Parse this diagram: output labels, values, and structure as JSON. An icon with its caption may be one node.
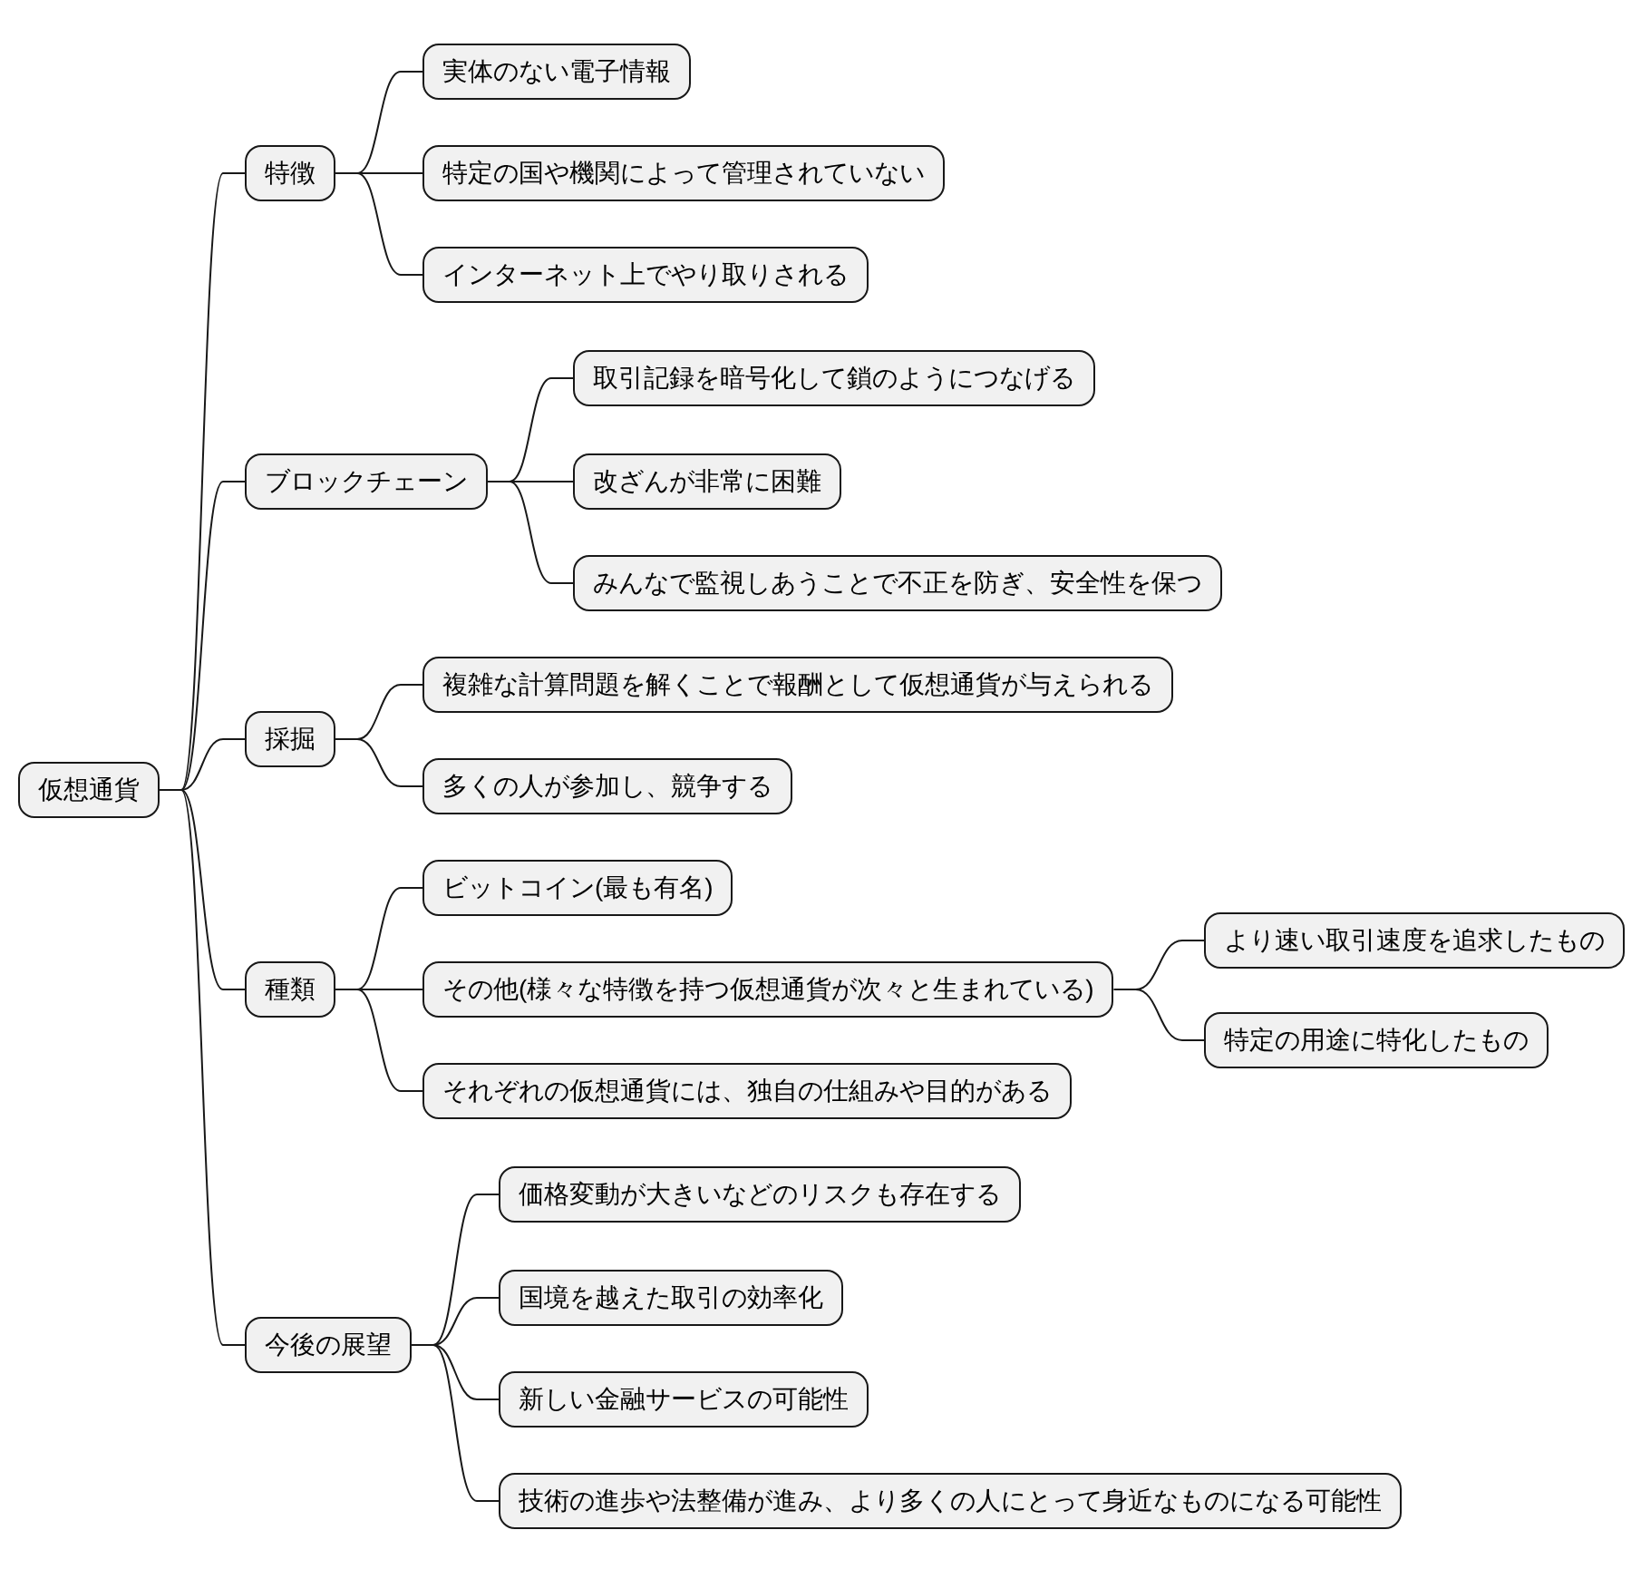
{
  "diagram": {
    "nodes": [
      {
        "text": [
          "仮想通貨"
        ]
      },
      {
        "text": [
          "特徴"
        ]
      },
      {
        "text": [
          "実体のない電子情報"
        ]
      },
      {
        "text": [
          "特定の国や機関によって管理されていない"
        ]
      },
      {
        "text": [
          "インターネット上でやり取りされる"
        ]
      },
      {
        "text": [
          "ブロックチェーン"
        ]
      },
      {
        "text": [
          "取引記録を暗号化して鎖のようにつなげる"
        ]
      },
      {
        "text": [
          "改ざんが非常に困難"
        ]
      },
      {
        "text": [
          "みんなで監視しあうことで不正を防ぎ、安全性を保つ"
        ]
      },
      {
        "text": [
          "採掘"
        ]
      },
      {
        "text": [
          "複雑な計算問題を解くことで報酬として仮想通貨が与えられる"
        ]
      },
      {
        "text": [
          "多くの人が参加し、競争する"
        ]
      },
      {
        "text": [
          "種類"
        ]
      },
      {
        "text": [
          "ビットコイン(最も有名)"
        ]
      },
      {
        "text": [
          "その他(様々な特徴を持つ仮想通貨が次々と生まれている)"
        ]
      },
      {
        "text": [
          "より速い取引速度を追求したもの"
        ]
      },
      {
        "text": [
          "特定の用途に特化したもの"
        ]
      },
      {
        "text": [
          "それぞれの仮想通貨には、独自の仕組みや目的がある"
        ]
      },
      {
        "text": [
          "今後の展望"
        ]
      },
      {
        "text": [
          "価格変動が大きいなどのリスクも存在する"
        ]
      },
      {
        "text": [
          "国境を越えた取引の効率化"
        ]
      },
      {
        "text": [
          "新しい金融サービスの可能性"
        ]
      },
      {
        "text": [
          "技術の進歩や法整備が進み、より多くの人にとって身近なものになる可能性"
        ]
      }
    ],
    "edges": [
      {
        "from": 0,
        "to": 1,
        "arrow": "none"
      },
      {
        "from": 1,
        "to": 2,
        "arrow": "none"
      },
      {
        "from": 1,
        "to": 3,
        "arrow": "none"
      },
      {
        "from": 1,
        "to": 4,
        "arrow": "none"
      },
      {
        "from": 0,
        "to": 5,
        "arrow": "none"
      },
      {
        "from": 5,
        "to": 6,
        "arrow": "none"
      },
      {
        "from": 5,
        "to": 7,
        "arrow": "none"
      },
      {
        "from": 5,
        "to": 8,
        "arrow": "none"
      },
      {
        "from": 0,
        "to": 9,
        "arrow": "none"
      },
      {
        "from": 9,
        "to": 10,
        "arrow": "none"
      },
      {
        "from": 9,
        "to": 11,
        "arrow": "none"
      },
      {
        "from": 0,
        "to": 12,
        "arrow": "none"
      },
      {
        "from": 12,
        "to": 13,
        "arrow": "none"
      },
      {
        "from": 12,
        "to": 14,
        "arrow": "none"
      },
      {
        "from": 14,
        "to": 15,
        "arrow": "none"
      },
      {
        "from": 14,
        "to": 16,
        "arrow": "none"
      },
      {
        "from": 12,
        "to": 17,
        "arrow": "none"
      },
      {
        "from": 0,
        "to": 18,
        "arrow": "none"
      },
      {
        "from": 18,
        "to": 19,
        "arrow": "none"
      },
      {
        "from": 18,
        "to": 20,
        "arrow": "none"
      },
      {
        "from": 18,
        "to": 21,
        "arrow": "none"
      },
      {
        "from": 18,
        "to": 22,
        "arrow": "none"
      }
    ]
  }
}
